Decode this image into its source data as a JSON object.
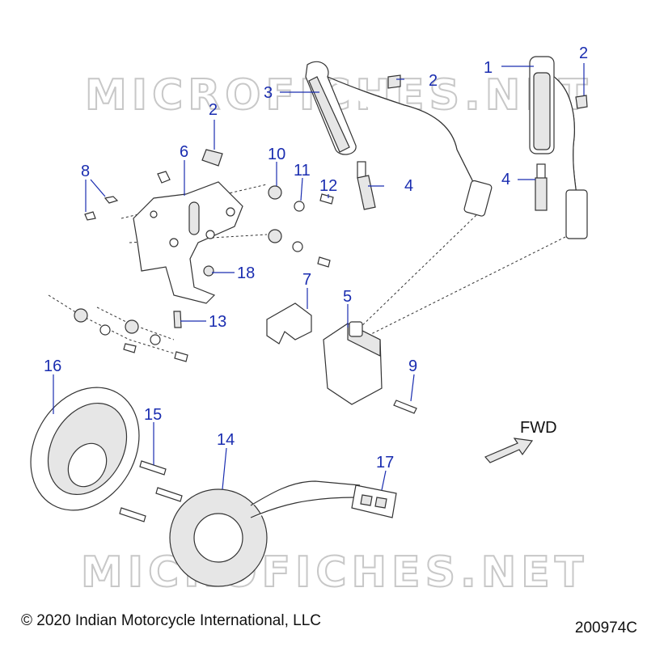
{
  "watermark": "MICROFICHES.NET",
  "fwd_label": "FWD",
  "callouts": {
    "c1": "1",
    "c2a": "2",
    "c2b": "2",
    "c2c": "2",
    "c3": "3",
    "c4a": "4",
    "c4b": "4",
    "c5": "5",
    "c6": "6",
    "c7": "7",
    "c8": "8",
    "c9": "9",
    "c10": "10",
    "c11": "11",
    "c12": "12",
    "c13": "13",
    "c14": "14",
    "c15": "15",
    "c16": "16",
    "c17": "17",
    "c18": "18"
  },
  "copyright": "© 2020 Indian Motorcycle International, LLC",
  "document_number": "200974C"
}
